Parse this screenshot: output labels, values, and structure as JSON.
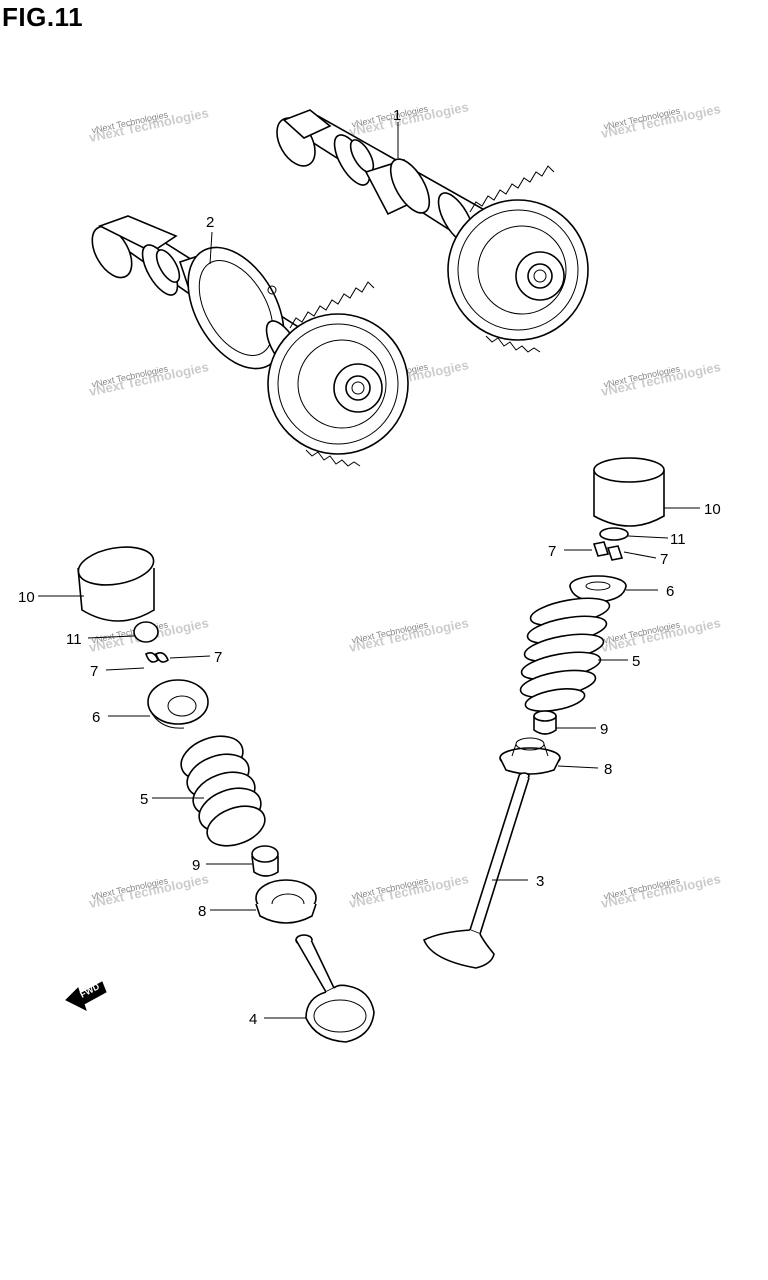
{
  "figure": {
    "title": "FIG.11"
  },
  "watermark": {
    "text": "vNext Technologies"
  },
  "fwd": {
    "label": "FWD"
  },
  "labels": {
    "cam1": "1",
    "cam2": "2",
    "valve_exhaust": "3",
    "valve_intake": "4",
    "spring_r": "5",
    "spring_l": "5",
    "retainer_r": "6",
    "retainer_l": "6",
    "cotter_r_a": "7",
    "cotter_r_b": "7",
    "cotter_l_a": "7",
    "cotter_l_b": "7",
    "seat_r": "8",
    "seat_l": "8",
    "seal_r": "9",
    "seal_l": "9",
    "tappet_r": "10",
    "tappet_l": "10",
    "shim_r": "11",
    "shim_l": "11"
  }
}
